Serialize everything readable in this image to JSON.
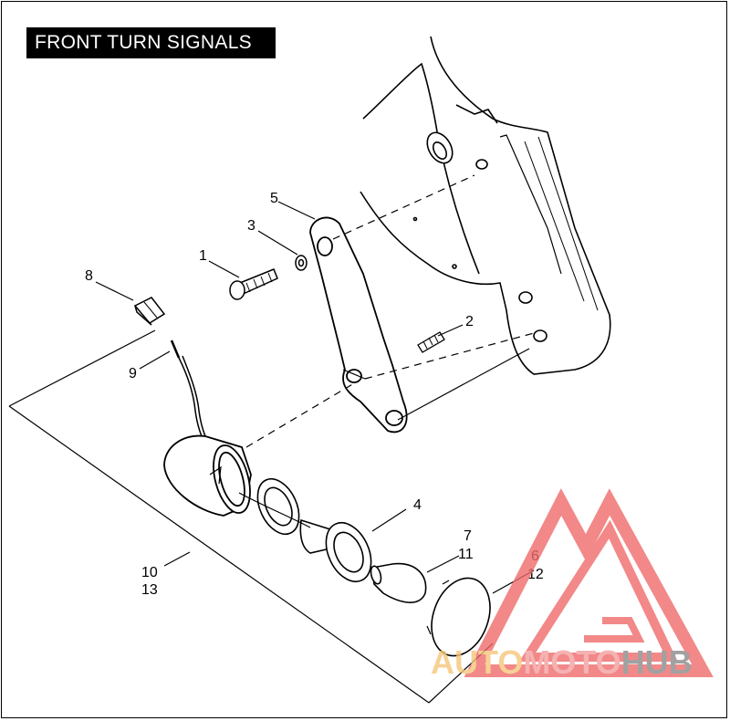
{
  "title": "FRONT TURN SIGNALS",
  "callouts": {
    "c1": "1",
    "c2": "2",
    "c3": "3",
    "c4": "4",
    "c5": "5",
    "c6": "6",
    "c7": "7",
    "c8": "8",
    "c9": "9",
    "c10": "10",
    "c11": "11",
    "c12": "12",
    "c13": "13"
  },
  "watermark": {
    "part1": "AUTO",
    "part2": "MOTO",
    "part3": "HUB",
    "colors": {
      "auto": "#f6c67a",
      "moto": "#f3a0a0",
      "hub": "#8a8a8a",
      "logo": "#ef6b6b"
    }
  }
}
